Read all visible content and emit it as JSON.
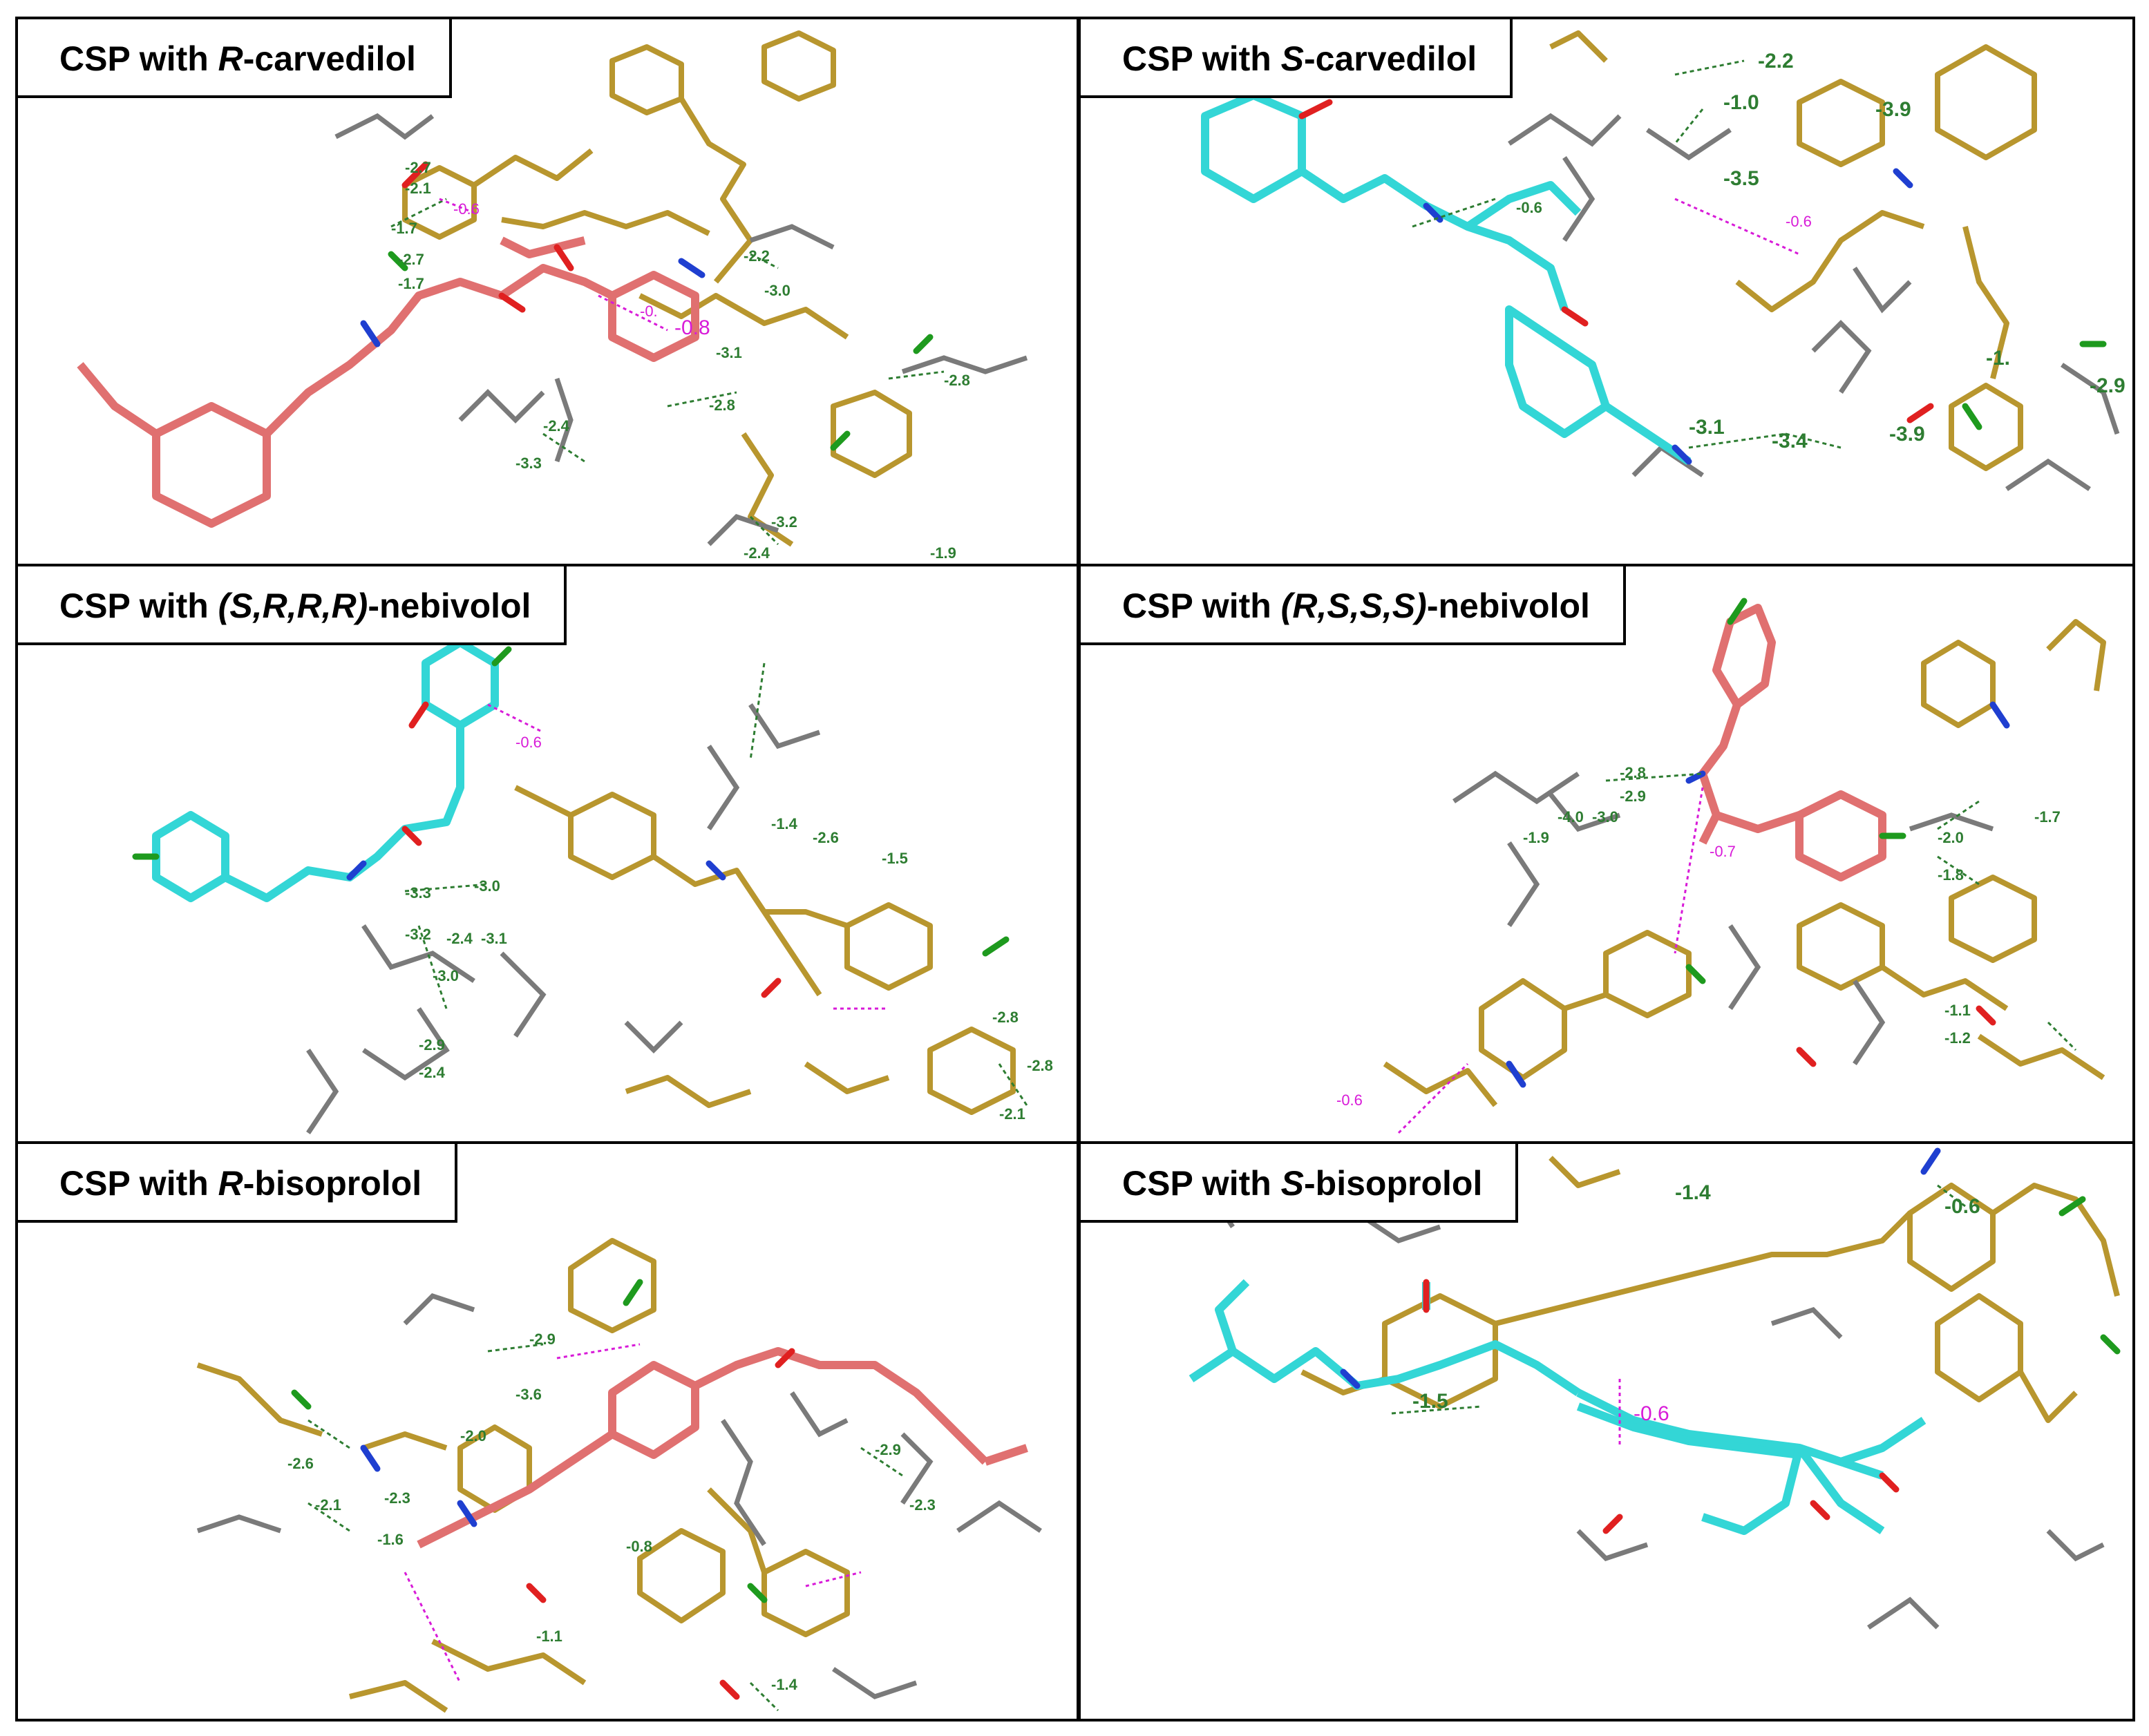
{
  "panels": [
    {
      "id": "r-carvedilol",
      "label_prefix": "CSP with ",
      "label_italic": "R",
      "label_suffix": "-carvedilol",
      "hbond_labels": [
        "-2.7",
        "-2.1",
        "-1.7",
        "-2.7",
        "-1.7",
        "-2.2",
        "-3.0",
        "-3.1",
        "-2.8",
        "-2.4",
        "-3.3",
        "-3.2",
        "-2.4",
        "-1.9",
        "-2.8"
      ],
      "pi_labels": [
        "-0.6",
        "-0.8",
        "-0."
      ]
    },
    {
      "id": "s-carvedilol",
      "label_prefix": "CSP with ",
      "label_italic": "S",
      "label_suffix": "-carvedilol",
      "hbond_labels": [
        "-2.2",
        "-1.0",
        "-3.9",
        "-3.5",
        "-0.6",
        "-3.1",
        "-3.4",
        "-3.9",
        "-2.9",
        "-1."
      ],
      "pi_labels": [
        "-0.6"
      ]
    },
    {
      "id": "srrr-nebivolol",
      "label_prefix": "CSP with ",
      "label_italic": "(S,R,R,R)",
      "label_suffix": "-nebivolol",
      "hbond_labels": [
        "-3.3",
        "-3.0",
        "-3.2",
        "-2.4",
        "-3.1",
        "-3.0",
        "-2.9",
        "-2.4",
        "-1.4",
        "-2.6",
        "-1.5",
        "-2.8",
        "-2.8",
        "-2.1"
      ],
      "pi_labels": [
        "-0.6"
      ]
    },
    {
      "id": "rsss-nebivolol",
      "label_prefix": "CSP with ",
      "label_italic": "(R,S,S,S)",
      "label_suffix": "-nebivolol",
      "hbond_labels": [
        "-2.8",
        "-2.9",
        "-4.0",
        "-3.0",
        "-1.9",
        "-2.0",
        "-1.8",
        "-1.7",
        "-1.1",
        "-1.2"
      ],
      "pi_labels": [
        "-0.7",
        "-0.6"
      ]
    },
    {
      "id": "r-bisoprolol",
      "label_prefix": "CSP with ",
      "label_italic": "R",
      "label_suffix": "-bisoprolol",
      "hbond_labels": [
        "-2.9",
        "-3.6",
        "-2.0",
        "-2.6",
        "-2.1",
        "-2.3",
        "-1.6",
        "-0.8",
        "-2.9",
        "-2.3",
        "-1.4",
        "-1.1"
      ],
      "pi_labels": []
    },
    {
      "id": "s-bisoprolol",
      "label_prefix": "CSP with ",
      "label_italic": "S",
      "label_suffix": "-bisoprolol",
      "hbond_labels": [
        "-1.5",
        "-0.6",
        "-1.4"
      ],
      "pi_labels": [
        "-0.6"
      ]
    }
  ],
  "colors": {
    "csp_carbon": "#b8962e",
    "solvent_carbon": "#7a7a7a",
    "hydrogen": "#cfcfcf",
    "oxygen": "#e02020",
    "nitrogen": "#1f3fd0",
    "chlorine": "#1e9a1e",
    "r_enantiomer": "#e07070",
    "s_enantiomer": "#33d6d6",
    "hbond": "#2e7d32",
    "pi": "#d81bd8"
  }
}
